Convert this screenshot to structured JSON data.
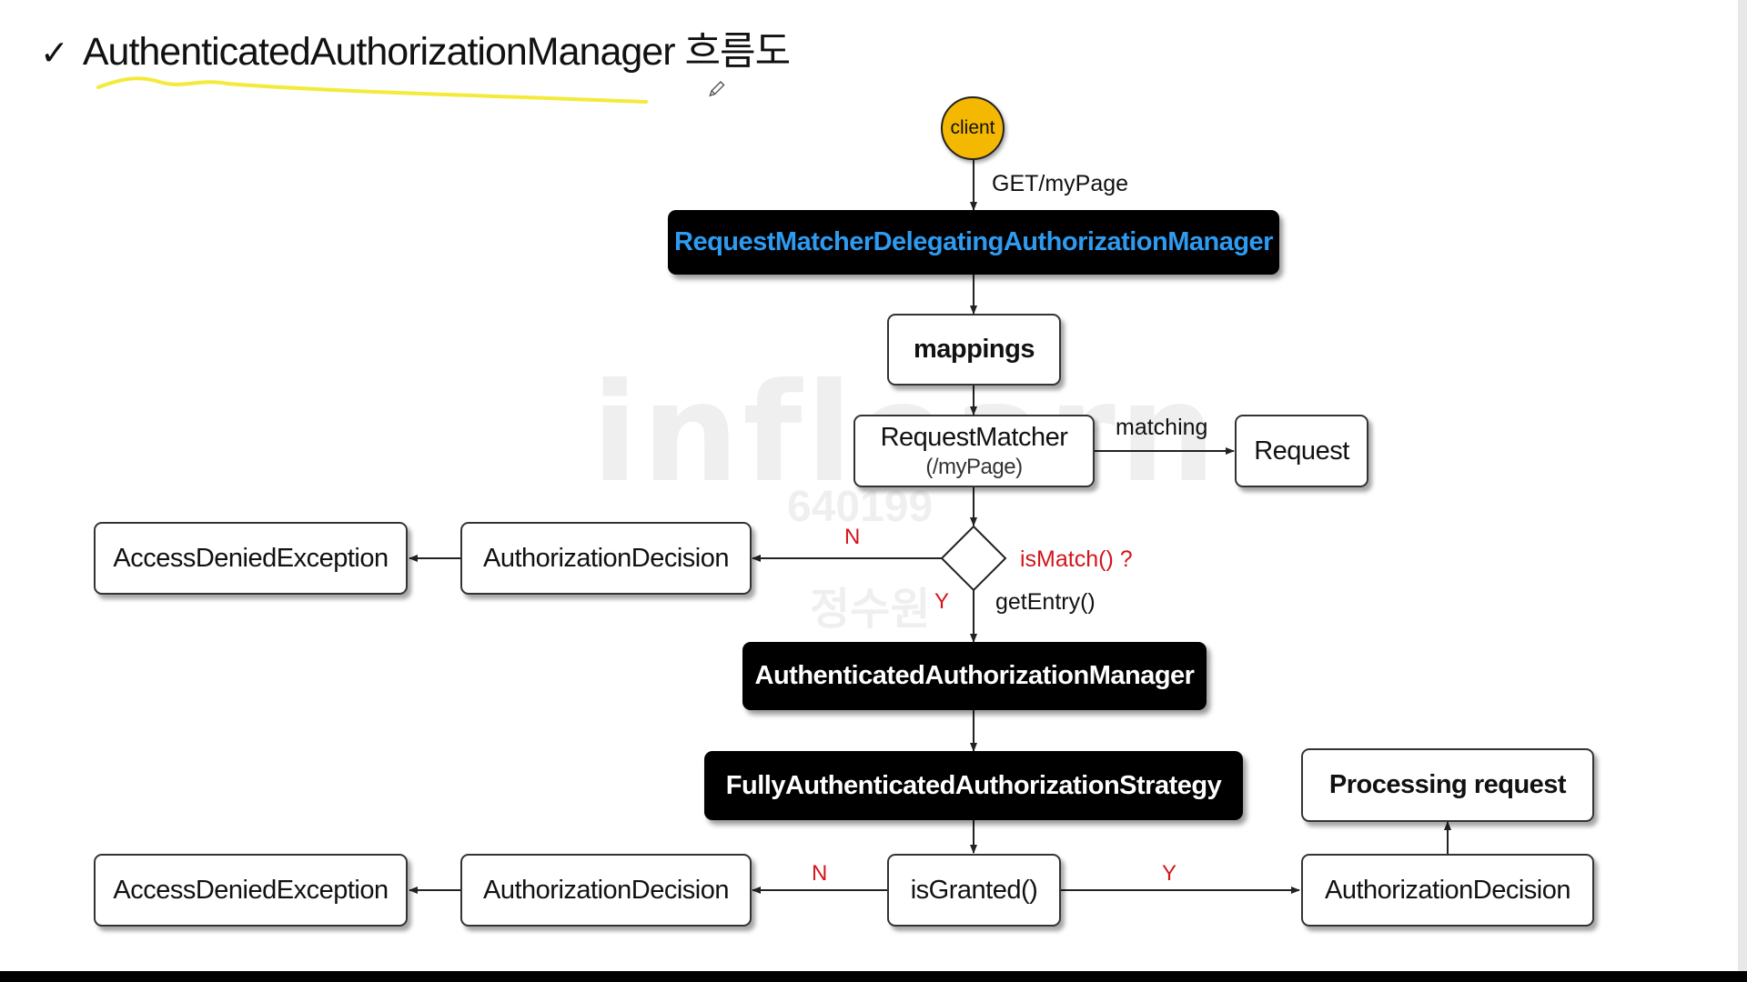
{
  "title": "AuthenticatedAuthorizationManager 흐름도",
  "watermark": {
    "brand": "inflearn",
    "id": "640199",
    "name": "정수원"
  },
  "nodes": {
    "client": "client",
    "rmdam": "RequestMatcherDelegatingAuthorizationManager",
    "mappings": "mappings",
    "request_matcher": "RequestMatcher",
    "request_matcher_path": "(/myPage)",
    "request": "Request",
    "access_denied_1": "AccessDeniedException",
    "authorization_decision_1": "AuthorizationDecision",
    "aam": "AuthenticatedAuthorizationManager",
    "strategy": "FullyAuthenticatedAuthorizationStrategy",
    "processing_request": "Processing request",
    "access_denied_2": "AccessDeniedException",
    "authorization_decision_2": "AuthorizationDecision",
    "is_granted": "isGranted()",
    "authorization_decision_3": "AuthorizationDecision"
  },
  "labels": {
    "get_mypage": "GET/myPage",
    "matching": "matching",
    "is_match": "isMatch() ?",
    "get_entry": "getEntry()",
    "n1": "N",
    "y1": "Y",
    "n2": "N",
    "y2": "Y"
  },
  "colors": {
    "accent_blue": "#2f9bf0",
    "client_fill": "#f5b800",
    "decision_red": "#d4141c",
    "highlight_yellow": "#f3ea3a"
  }
}
